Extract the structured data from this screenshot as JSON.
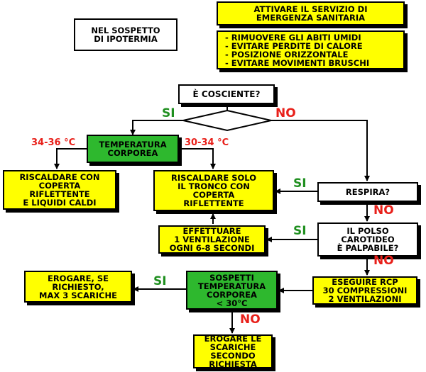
{
  "title_box": [
    "NEL SOSPETTO",
    "DI IPOTERMIA"
  ],
  "alert_box": [
    "ATTIVARE IL SERVIZIO DI",
    "EMERGENZA SANITARIA"
  ],
  "actions_box": [
    "- RIMUOVERE GLI ABITI UMIDI",
    "- EVITARE PERDITE DI CALORE",
    "- POSIZIONE ORIZZONTALE",
    "- EVITARE MOVIMENTI BRUSCHI"
  ],
  "conscious_question": "È COSCIENTE?",
  "temperature_box": [
    "TEMPERATURA",
    "CORPOREA"
  ],
  "temp_range_high": "34-36 °C",
  "temp_range_low": "30-34 °C",
  "warm_full_box": [
    "RISCALDARE CON",
    "COPERTA",
    "RIFLETTENTE",
    "E LIQUIDI CALDI"
  ],
  "warm_trunk_box": [
    "RISCALDARE SOLO",
    "IL TRONCO CON",
    "COPERTA",
    "RIFLETTENTE"
  ],
  "breathing_question": "RESPIRA?",
  "ventilation_box": [
    "EFFETTUARE",
    "1 VENTILAZIONE",
    "OGNI 6-8 SECONDI"
  ],
  "pulse_question": [
    "IL POLSO",
    "CAROTIDEO",
    "È PALPABILE?"
  ],
  "cpr_box": [
    "ESEGUIRE RCP",
    "30 COMPRESSIONI",
    "2 VENTILAZIONI"
  ],
  "hypothermia_box": [
    "SOSPETTI",
    "TEMPERATURA",
    "CORPOREA",
    "< 30°C"
  ],
  "shocks_max_box": [
    "EROGARE, SE",
    "RICHIESTO,",
    "MAX 3 SCARICHE"
  ],
  "shocks_request_box": [
    "EROGARE LE",
    "SCARICHE",
    "SECONDO",
    "RICHIESTA"
  ],
  "labels": {
    "yes": "SI",
    "no": "NO"
  }
}
